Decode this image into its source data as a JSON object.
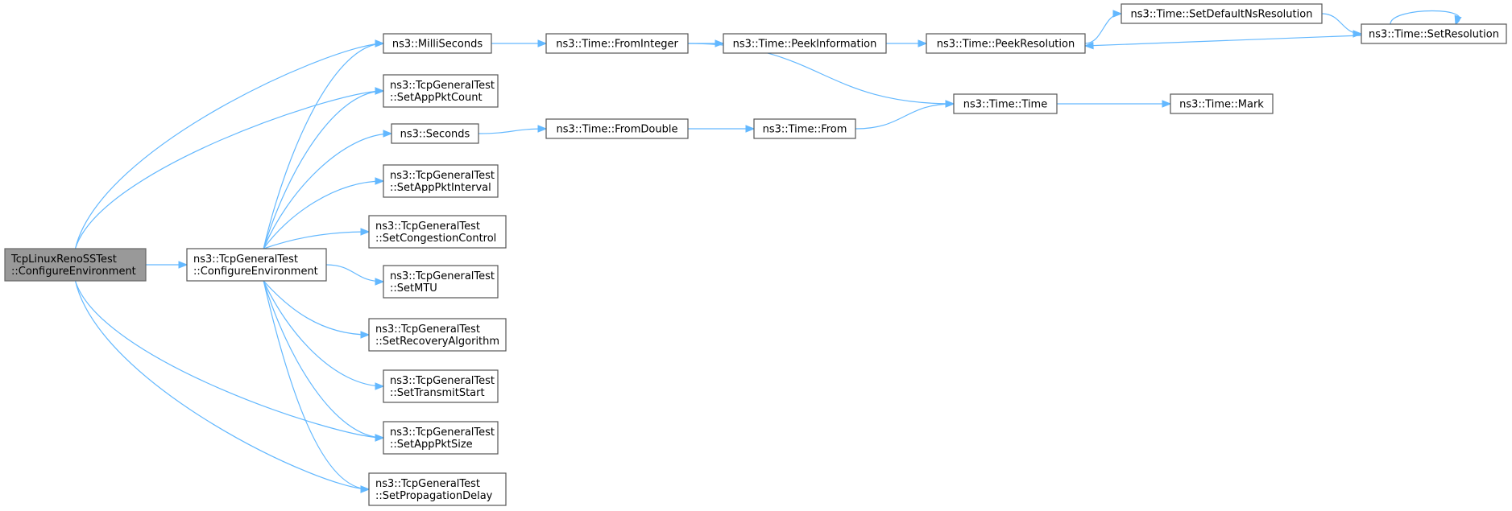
{
  "diagram": {
    "type": "call-graph",
    "colors": {
      "edge": "#63b8ff",
      "node_border": "#555555",
      "root_fill": "#999999",
      "node_fill": "#ffffff"
    },
    "nodes": [
      {
        "id": "root",
        "lines": [
          "TcpLinuxRenoSSTest",
          "::ConfigureEnvironment"
        ],
        "highlight": true
      },
      {
        "id": "cfg",
        "lines": [
          "ns3::TcpGeneralTest",
          "::ConfigureEnvironment"
        ]
      },
      {
        "id": "milli",
        "lines": [
          "ns3::MilliSeconds"
        ]
      },
      {
        "id": "pktcount",
        "lines": [
          "ns3::TcpGeneralTest",
          "::SetAppPktCount"
        ]
      },
      {
        "id": "seconds",
        "lines": [
          "ns3::Seconds"
        ]
      },
      {
        "id": "pktint",
        "lines": [
          "ns3::TcpGeneralTest",
          "::SetAppPktInterval"
        ]
      },
      {
        "id": "congestion",
        "lines": [
          "ns3::TcpGeneralTest",
          "::SetCongestionControl"
        ]
      },
      {
        "id": "mtu",
        "lines": [
          "ns3::TcpGeneralTest",
          "::SetMTU"
        ]
      },
      {
        "id": "recovery",
        "lines": [
          "ns3::TcpGeneralTest",
          "::SetRecoveryAlgorithm"
        ]
      },
      {
        "id": "txstart",
        "lines": [
          "ns3::TcpGeneralTest",
          "::SetTransmitStart"
        ]
      },
      {
        "id": "pktsize",
        "lines": [
          "ns3::TcpGeneralTest",
          "::SetAppPktSize"
        ]
      },
      {
        "id": "propdelay",
        "lines": [
          "ns3::TcpGeneralTest",
          "::SetPropagationDelay"
        ]
      },
      {
        "id": "fromint",
        "lines": [
          "ns3::Time::FromInteger"
        ]
      },
      {
        "id": "fromdouble",
        "lines": [
          "ns3::Time::FromDouble"
        ]
      },
      {
        "id": "peekinfo",
        "lines": [
          "ns3::Time::PeekInformation"
        ]
      },
      {
        "id": "from",
        "lines": [
          "ns3::Time::From"
        ]
      },
      {
        "id": "peekres",
        "lines": [
          "ns3::Time::PeekResolution"
        ]
      },
      {
        "id": "time",
        "lines": [
          "ns3::Time::Time"
        ]
      },
      {
        "id": "setdefault",
        "lines": [
          "ns3::Time::SetDefaultNsResolution"
        ]
      },
      {
        "id": "setres",
        "lines": [
          "ns3::Time::SetResolution"
        ]
      },
      {
        "id": "mark",
        "lines": [
          "ns3::Time::Mark"
        ]
      }
    ],
    "edges": [
      [
        "root",
        "cfg"
      ],
      [
        "root",
        "milli"
      ],
      [
        "root",
        "pktcount"
      ],
      [
        "root",
        "pktsize"
      ],
      [
        "root",
        "propdelay"
      ],
      [
        "cfg",
        "milli"
      ],
      [
        "cfg",
        "pktcount"
      ],
      [
        "cfg",
        "seconds"
      ],
      [
        "cfg",
        "pktint"
      ],
      [
        "cfg",
        "congestion"
      ],
      [
        "cfg",
        "mtu"
      ],
      [
        "cfg",
        "recovery"
      ],
      [
        "cfg",
        "txstart"
      ],
      [
        "cfg",
        "pktsize"
      ],
      [
        "cfg",
        "propdelay"
      ],
      [
        "milli",
        "fromint"
      ],
      [
        "seconds",
        "fromdouble"
      ],
      [
        "fromint",
        "peekinfo"
      ],
      [
        "fromint",
        "time"
      ],
      [
        "fromdouble",
        "from"
      ],
      [
        "peekinfo",
        "peekres"
      ],
      [
        "from",
        "time"
      ],
      [
        "peekres",
        "setdefault"
      ],
      [
        "setdefault",
        "setres"
      ],
      [
        "setres",
        "peekres"
      ],
      [
        "setres",
        "setres"
      ],
      [
        "time",
        "mark"
      ]
    ]
  }
}
